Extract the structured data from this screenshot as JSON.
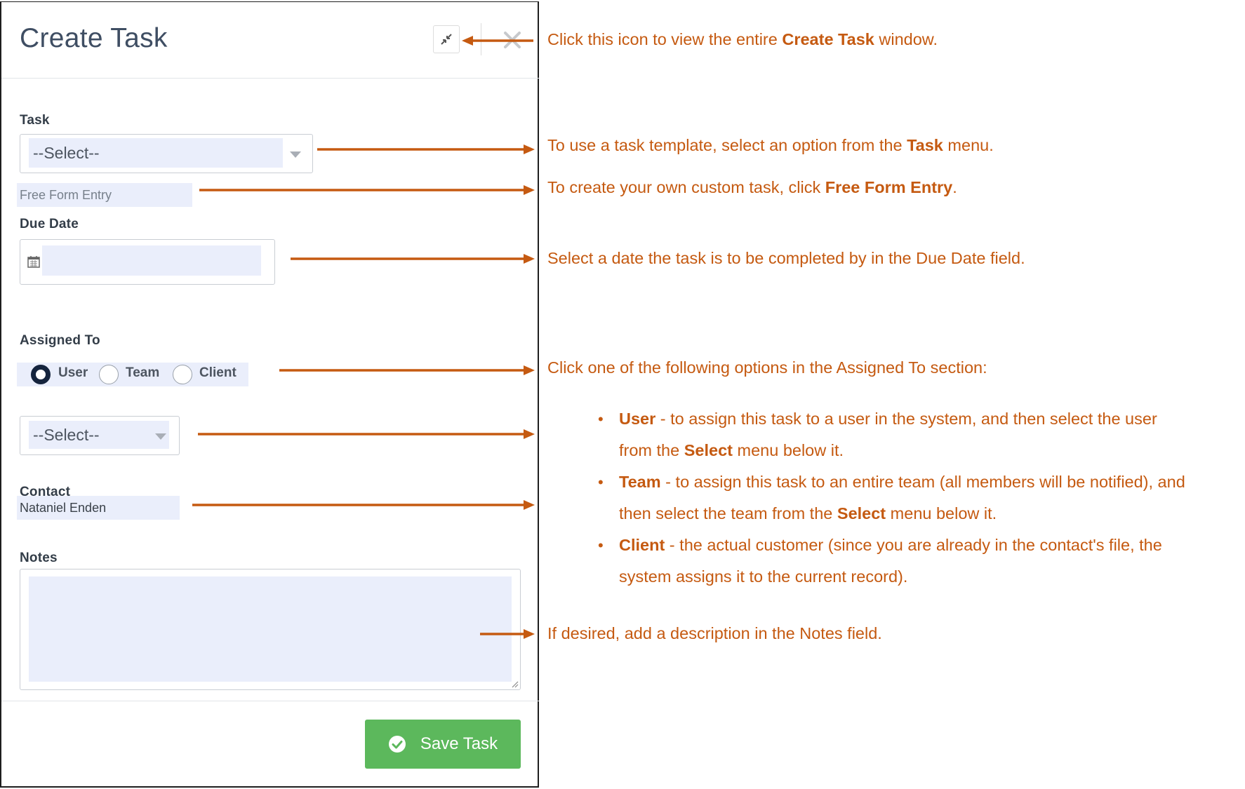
{
  "dialog": {
    "title": "Create Task",
    "save_label": "Save Task"
  },
  "form": {
    "task_label": "Task",
    "task_select": "--Select--",
    "free_form": "Free Form Entry",
    "due_date_label": "Due Date",
    "assigned_label": "Assigned To",
    "radio_user": "User",
    "radio_team": "Team",
    "radio_client": "Client",
    "assign_select": "--Select--",
    "contact_label": "Contact",
    "contact_value": "Nataniel Enden",
    "notes_label": "Notes"
  },
  "annotations": {
    "expand_pre": "Click this icon to view the entire ",
    "expand_bold": "Create Task",
    "expand_post": " window.",
    "task_pre": "To use a task template, select an option from the ",
    "task_bold": "Task",
    "task_post": " menu.",
    "free_pre": "To create your own custom task, click ",
    "free_bold": "Free Form Entry",
    "free_post": ".",
    "date_text": "Select a date the task is to be completed by in the Due Date field.",
    "assigned_text": "Click one of the following options in the Assigned To section:",
    "user_bold": "User",
    "user_line1": " - to assign this task to a user in the system, and then select the user",
    "user_line2_pre": "from the ",
    "user_line2_bold": "Select",
    "user_line2_post": " menu below it.",
    "team_bold": "Team",
    "team_line1": " - to assign this task to an entire team (all members will be notified), and",
    "team_line2_pre": "then select the team from the ",
    "team_line2_bold": "Select",
    "team_line2_post": " menu below it.",
    "client_bold": "Client",
    "client_line1": " - the actual customer (since you are already in the contact's file, the",
    "client_line2": "system assigns it to the current record).",
    "notes_text": "If desired, add a description in the Notes field."
  },
  "colors": {
    "annotation": "#c55a11",
    "save_button": "#5cb85c",
    "field_fill": "#eaeefb",
    "title": "#3f4e63"
  }
}
